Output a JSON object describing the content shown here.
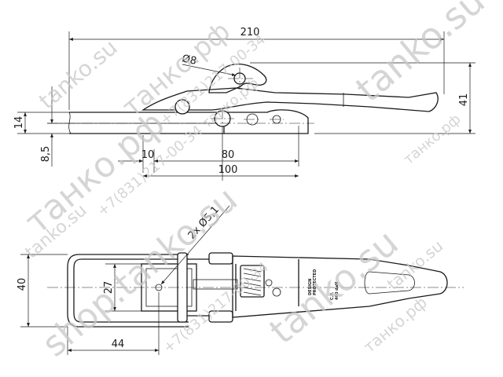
{
  "dimensions": {
    "overall_length": "210",
    "hook_hole_dia": "Ø8",
    "overall_height": "41",
    "base_height": "14",
    "hole_height": "8,5",
    "first_hole_offset": "10",
    "hole_spacing": "80",
    "hole_distance": "100",
    "mount_holes": "2x Ø5,1",
    "plan_width": "40",
    "hole_pitch": "27",
    "plan_offset": "44"
  },
  "stamp": {
    "brand_line1": "DESIGN",
    "brand_line2": "PROTECTED",
    "load_line1": "C.P.",
    "load_line2": "400 daN"
  },
  "watermarks": [
    "tanko.su",
    "танко.рф",
    "+7(831)217-00-34",
    "tanko.su",
    "танко.рф",
    "+7(831)217-00-34 танко.рф",
    "tanko.su",
    "shop.tanko.su",
    "+7(831)217-00-34",
    "tanko.su",
    "танко.рф",
    "tanko.su",
    "танко.рф"
  ]
}
